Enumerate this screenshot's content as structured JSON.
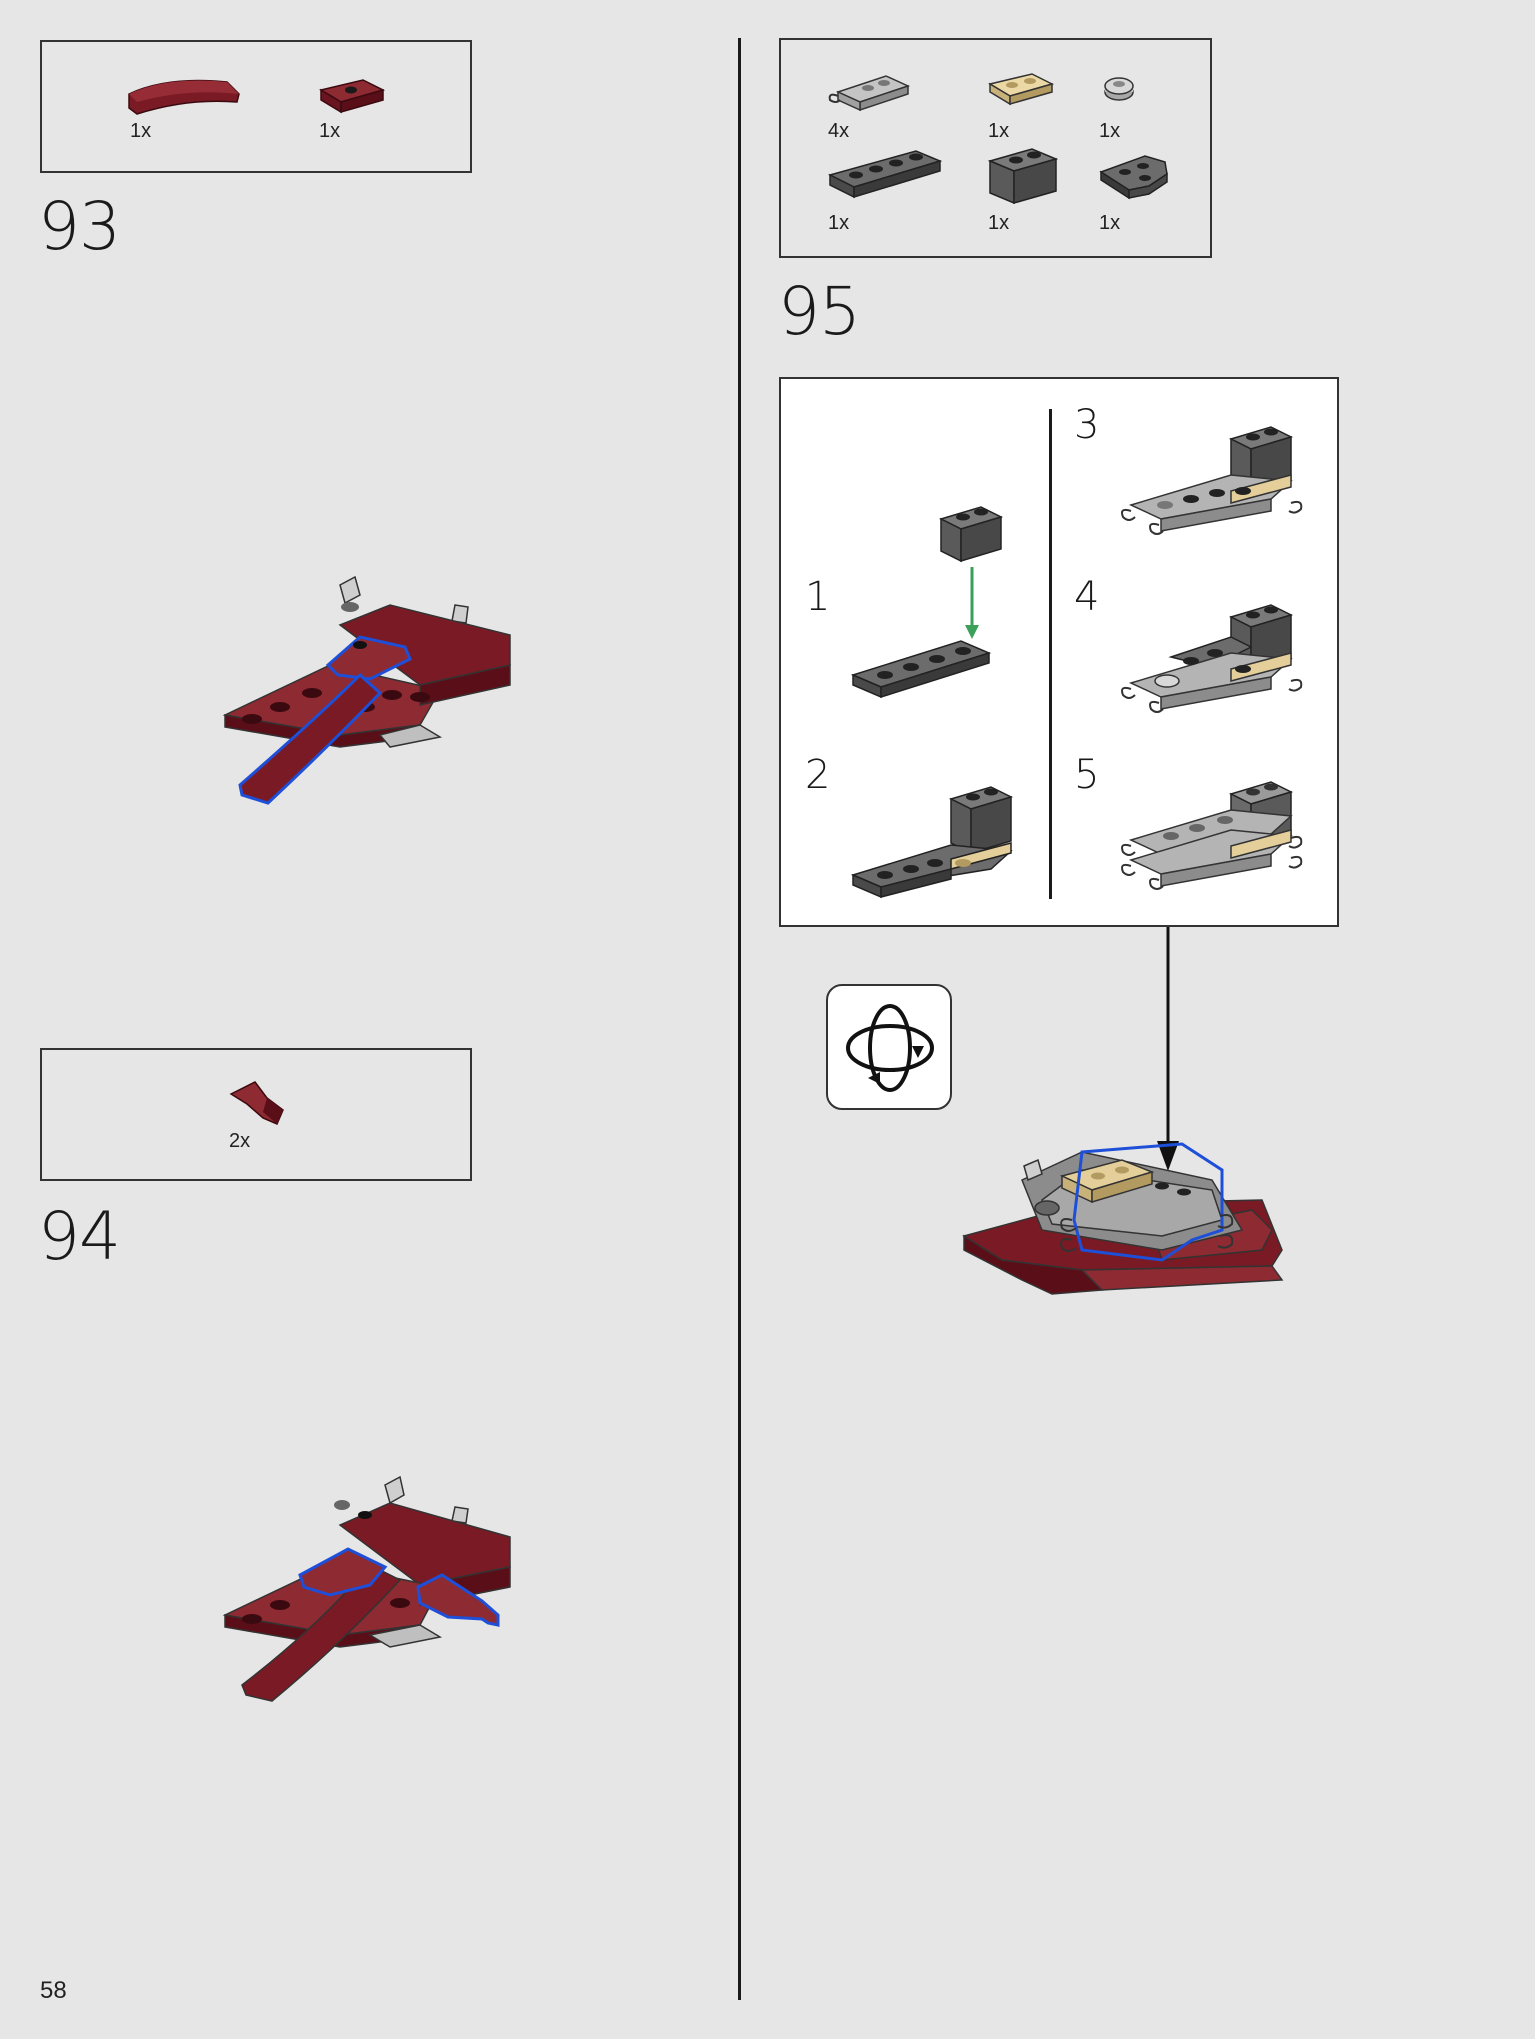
{
  "page": {
    "number": "58"
  },
  "colors": {
    "dark_red": "#7a1a24",
    "dark_red_light": "#8e2a32",
    "dark_gray": "#5c5c5c",
    "light_gray": "#a8a8a8",
    "tan": "#e4cf9a",
    "highlight_blue": "#1e4fd8",
    "arrow_green": "#3aa05a"
  },
  "steps": [
    {
      "number": "93",
      "parts": [
        {
          "icon": "curved-slope-dark-red-icon",
          "qty": "1x"
        },
        {
          "icon": "plate-1x2-dark-red-icon",
          "qty": "1x"
        }
      ]
    },
    {
      "number": "94",
      "parts": [
        {
          "icon": "wedge-tile-dark-red-icon",
          "qty": "2x"
        }
      ]
    },
    {
      "number": "95",
      "parts": [
        {
          "icon": "clip-plate-light-gray-icon",
          "qty": "4x"
        },
        {
          "icon": "plate-1x2-tan-icon",
          "qty": "1x"
        },
        {
          "icon": "round-plate-light-gray-icon",
          "qty": "1x"
        },
        {
          "icon": "plate-1x4-dark-gray-icon",
          "qty": "1x"
        },
        {
          "icon": "brick-1x2-dark-gray-icon",
          "qty": "1x"
        },
        {
          "icon": "wedge-plate-dark-gray-icon",
          "qty": "1x"
        }
      ],
      "sub_steps": [
        "1",
        "2",
        "3",
        "4",
        "5"
      ]
    }
  ]
}
